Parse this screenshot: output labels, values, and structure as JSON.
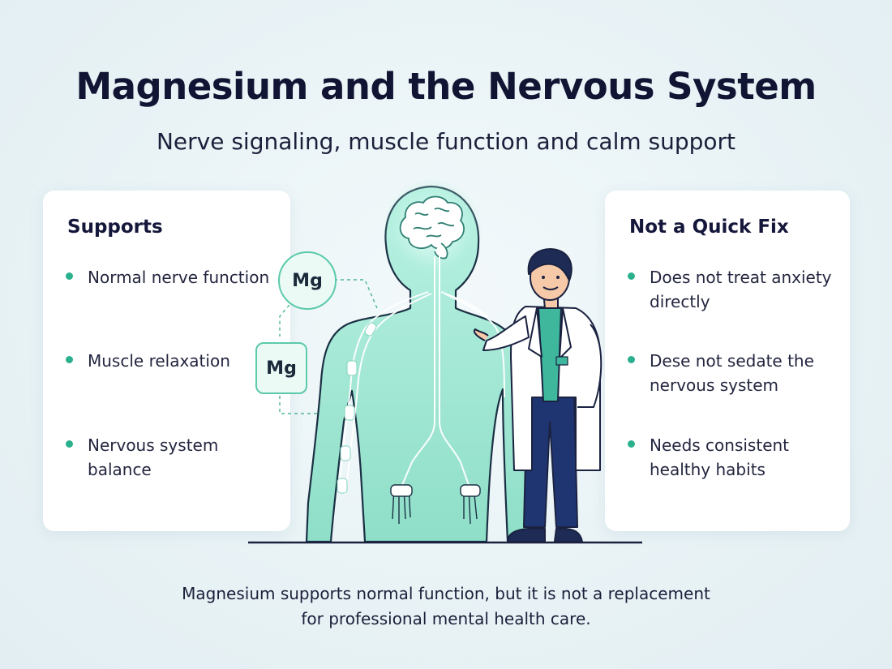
{
  "header": {
    "title": "Magnesium and the Nervous System",
    "subtitle": "Nerve signaling, muscle function and calm support"
  },
  "supports": {
    "heading": "Supports",
    "items": [
      "Normal nerve function",
      "Muscle relaxation",
      "Nervous system balance"
    ]
  },
  "not_quick_fix": {
    "heading": "Not a Quick Fix",
    "items": [
      "Does not treat anxiety directly",
      "Dese not sedate the nervous system",
      "Needs consistent healthy habits"
    ]
  },
  "badges": {
    "mg_top": "Mg",
    "mg_bottom": "Mg"
  },
  "footer": {
    "line1": "Magnesium supports normal function, but it is not a replacement",
    "line2": "for professional mental health care."
  },
  "colors": {
    "accent": "#2bb08d",
    "body_fill": "#a8ecd9",
    "coat": "#ffffff",
    "pants": "#1f3572",
    "hair": "#1d2b55"
  },
  "icons": [
    "brain-icon",
    "doctor-figure",
    "nervous-system-figure"
  ]
}
